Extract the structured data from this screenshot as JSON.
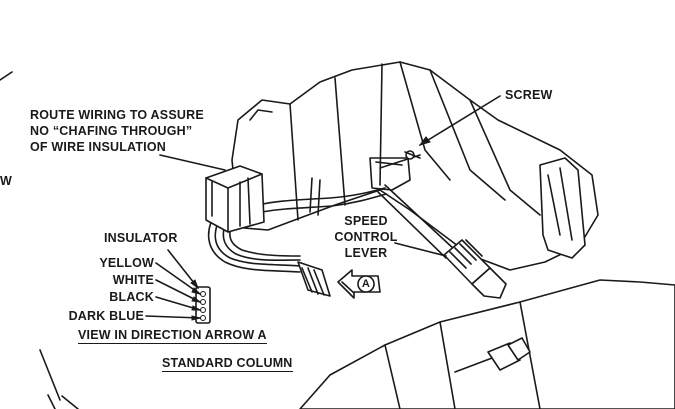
{
  "diagram": {
    "labels": {
      "route_wiring": [
        "ROUTE WIRING TO ASSURE",
        "NO “CHAFING THROUGH”",
        "OF WIRE INSULATION"
      ],
      "screw": "SCREW",
      "speed_control_lever": [
        "SPEED",
        "CONTROL",
        "LEVER"
      ],
      "insulator": "INSULATOR",
      "wire_colors": [
        "YELLOW",
        "WHITE",
        "BLACK",
        "DARK BLUE"
      ],
      "arrow_letter": "A",
      "view_direction": "VIEW IN DIRECTION ARROW A",
      "standard_column": "STANDARD COLUMN",
      "edge_fragment": "W"
    }
  }
}
